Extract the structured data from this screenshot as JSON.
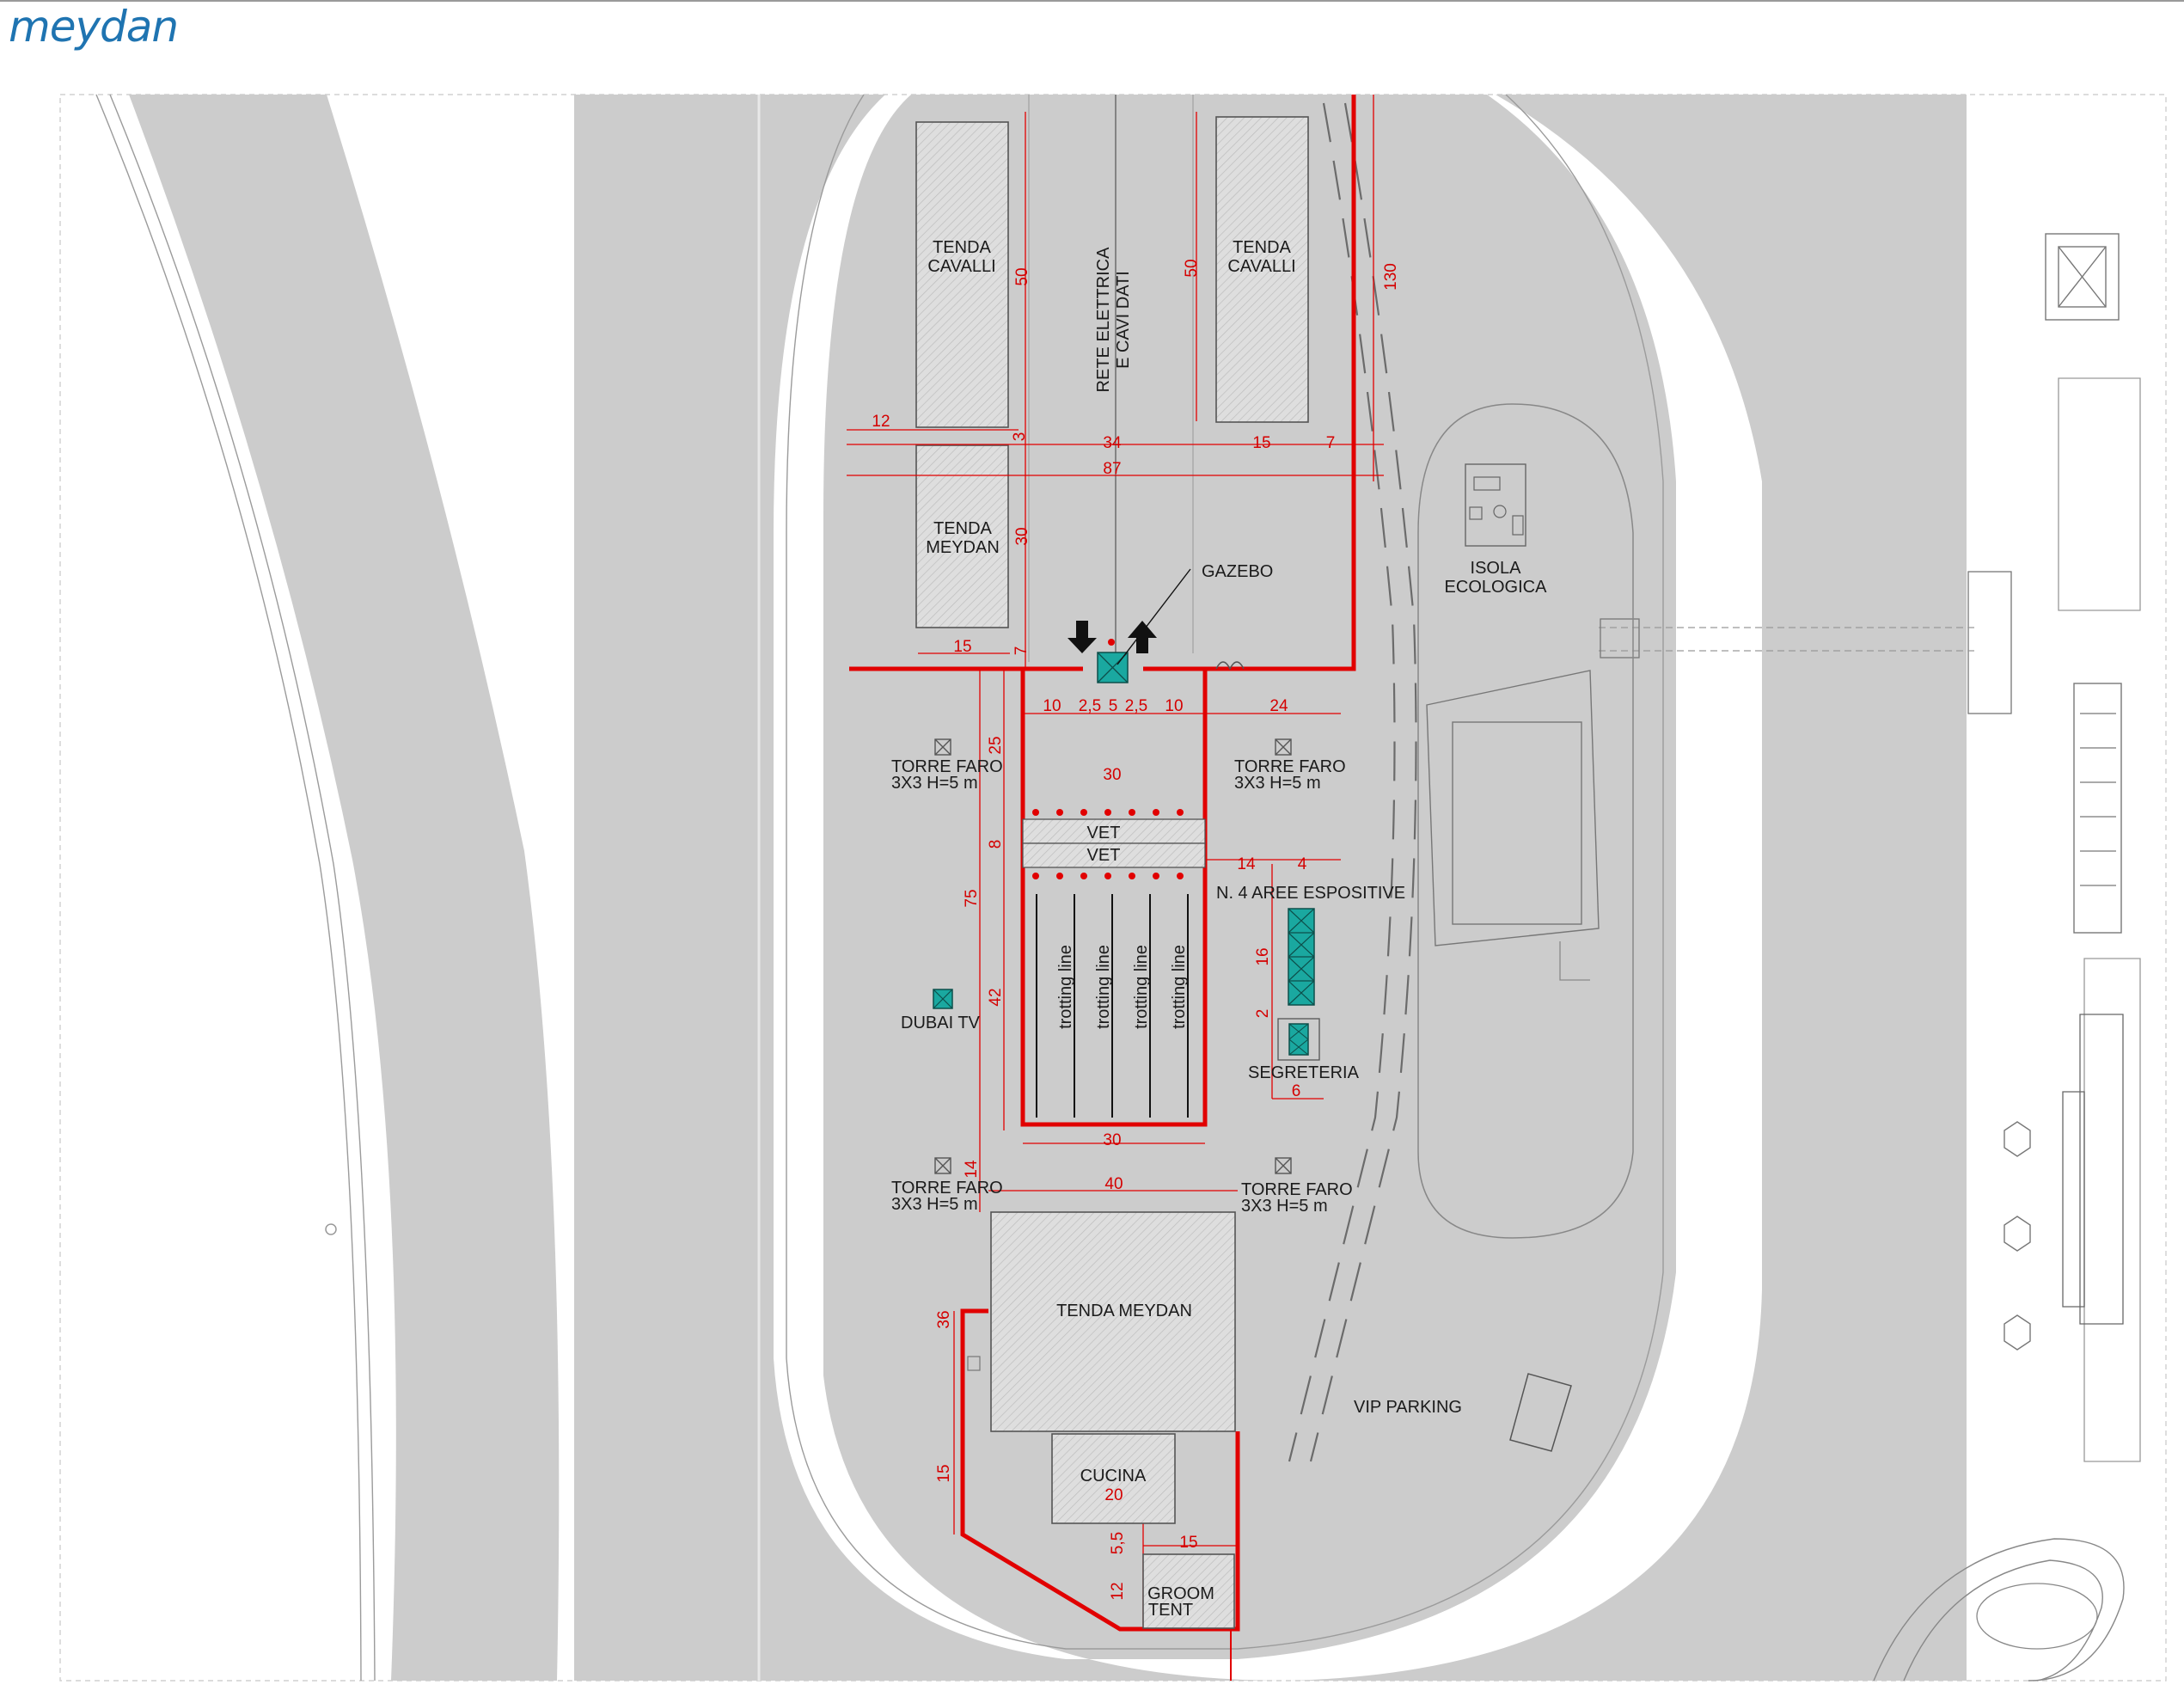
{
  "logo": {
    "text": "meydan"
  },
  "labels": {
    "tenda_cavalli_1": [
      "TENDA",
      "CAVALLI"
    ],
    "tenda_cavalli_2": [
      "TENDA",
      "CAVALLI"
    ],
    "tenda_meydan_top": [
      "TENDA",
      "MEYDAN"
    ],
    "rete": [
      "RETE ELETTRICA",
      "E CAVI DATI"
    ],
    "gazebo": "GAZEBO",
    "isola": [
      "ISOLA",
      "ECOLOGICA"
    ],
    "torre_faro": [
      "TORRE FARO",
      "3X3 H=5 m"
    ],
    "vet": "VET",
    "trotting_line": "trotting line",
    "aree_espositive": "N. 4 AREE ESPOSITIVE",
    "segreteria": "SEGRETERIA",
    "dubai_tv": "DUBAI TV",
    "tenda_meydan_main": "TENDA MEYDAN",
    "cucina": "CUCINA",
    "groom_tent": [
      "GROOM",
      "TENT"
    ],
    "vip_parking": "VIP PARKING"
  },
  "dimensions": {
    "d50_a": "50",
    "d50_b": "50",
    "d130": "130",
    "d12_top": "12",
    "d3": "3",
    "d34": "34",
    "d15_top": "15",
    "d7_top": "7",
    "d87": "87",
    "d30_meydan": "30",
    "d15_meydan": "15",
    "d7_meydan": "7",
    "d10_l": "10",
    "d2_5_a": "2,5",
    "d5": "5",
    "d2_5_b": "2,5",
    "d10_r": "10",
    "d24": "24",
    "d25": "25",
    "d30_top": "30",
    "d8": "8",
    "d75": "75",
    "d42": "42",
    "d14_right": "14",
    "d4": "4",
    "d16": "16",
    "d2": "2",
    "d6": "6",
    "d30_bottom": "30",
    "d14_left": "14",
    "d40": "40",
    "d36": "36",
    "d15_left": "15",
    "d20": "20",
    "d5_5": "5,5",
    "d15_groom": "15",
    "d12_groom": "12"
  }
}
